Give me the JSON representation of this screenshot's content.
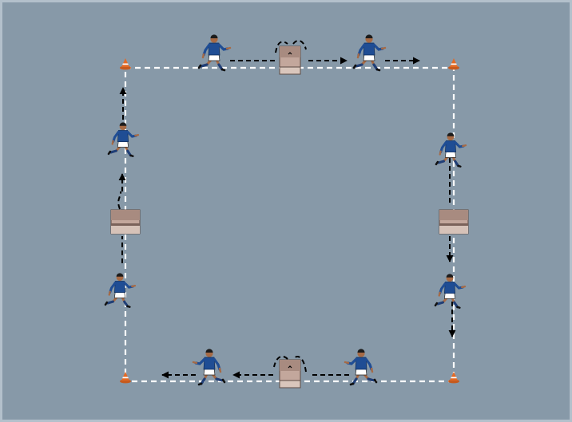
{
  "colors": {
    "pitch": "#8799a8",
    "frame": "#b3c0cb",
    "boundary_line": "#ffffff",
    "arrow": "#000000",
    "cone": "#e36a25",
    "hurdle": "#c3a79c",
    "hurdle_dark": "#8a6d60",
    "jersey": "#1f4d94",
    "shorts": "#ffffff",
    "socks": "#1f3f78",
    "skin": "#a66a45"
  },
  "pitch_diagram": {
    "description_items": {
      "cones": [
        "cone-top-left",
        "cone-top-right",
        "cone-bottom-left",
        "cone-bottom-right"
      ],
      "hurdles": [
        "hurdle-top",
        "hurdle-bottom",
        "hurdle-left",
        "hurdle-right"
      ],
      "players": 8
    }
  }
}
